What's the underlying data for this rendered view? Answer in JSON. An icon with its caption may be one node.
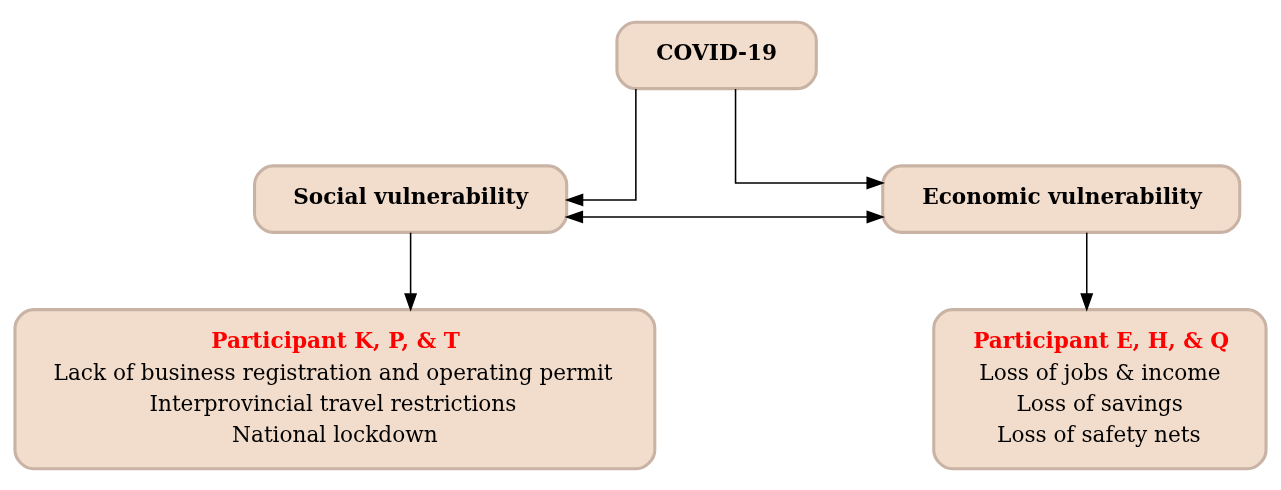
{
  "diagram": {
    "nodes": [
      {
        "text": [
          "COVID-19"
        ]
      },
      {
        "text": [
          "Social vulnerability"
        ]
      },
      {
        "text": [
          "Economic vulnerability"
        ]
      },
      {
        "text": [
          "Participant K, P, & T",
          "Lack of business registration and operating permit",
          "Interprovincial travel restrictions",
          "National lockdown"
        ]
      },
      {
        "text": [
          "Participant E, H, & Q",
          "Loss of jobs & income",
          "Loss of savings",
          "Loss of safety nets"
        ]
      }
    ],
    "edges": [
      {
        "from": 0,
        "to": 1,
        "arrow": "to"
      },
      {
        "from": 0,
        "to": 2,
        "arrow": "to"
      },
      {
        "from": 1,
        "to": 2,
        "arrow": "both"
      },
      {
        "from": 1,
        "to": 3,
        "arrow": "to"
      },
      {
        "from": 2,
        "to": 4,
        "arrow": "to"
      }
    ]
  }
}
